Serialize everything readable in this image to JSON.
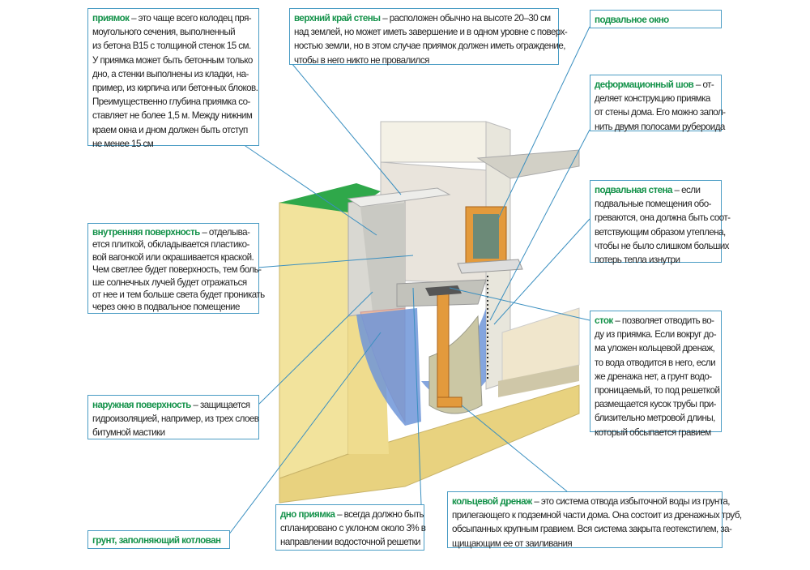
{
  "callouts": {
    "priyamok": {
      "term": "приямок",
      "lines": [
        "– это чаще всего колодец пря-",
        "моугольного сечения, выполненный",
        "из бетона В15 с толщиной стенок 15 см.",
        "У приямка может быть бетонным только",
        "дно, а стенки выполнены из кладки, на-",
        "пример, из кирпича или бетонных блоков.",
        "Преимущественно глубина приямка со-",
        "ставляет не более 1,5 м. Между нижним",
        "краем окна и дном должен быть отступ",
        "не менее 15 см"
      ]
    },
    "top_edge": {
      "term": "верхний край стены",
      "lines": [
        "– расположен обычно на высоте 20–30 см",
        "над землей, но может иметь завершение и в одном уровне с поверх-",
        "ностью земли, но в этом случае приямок должен иметь ограждение,",
        "чтобы в него никто не провалился"
      ]
    },
    "window": {
      "term": "подвальное окно",
      "lines": []
    },
    "joint": {
      "term": "деформационный шов",
      "lines": [
        "– от-",
        "деляет конструкцию приямка",
        "от стены дома. Его можно запол-",
        "нить двумя полосами рубероида"
      ]
    },
    "basement_wall": {
      "term": "подвальная стена",
      "lines": [
        "– если",
        "подвальные помещения обо-",
        "греваются, она должна быть соот-",
        "ветствующим образом утеплена,",
        "чтобы не было слишком больших",
        "потерь тепла изнутри"
      ]
    },
    "drain": {
      "term": "сток",
      "lines": [
        "– позволяет отводить во-",
        "ду из приямка. Если вокруг до-",
        "ма уложен кольцевой дренаж,",
        "то вода отводится в него, если",
        "же дренажа нет, а грунт водо-",
        "проницаемый, то под решеткой",
        "размещается кусок трубы при-",
        "близительно метровой длины,",
        "который обсыпается гравием"
      ]
    },
    "inner_surface": {
      "term": "внутренняя поверхность",
      "lines": [
        "– отделыва-",
        "ется плиткой, обкладывается пластико-",
        "вой вагонкой или окрашивается краской.",
        "Чем светлее будет поверхность, тем боль-",
        "ше солнечных лучей будет отражаться",
        "от нее и тем больше света будет проникать",
        "через окно в подвальное помещение"
      ]
    },
    "outer_surface": {
      "term": "наружная поверхность",
      "lines": [
        "– защищается",
        "гидроизоляцией, например, из трех слоев",
        "битумной мастики"
      ]
    },
    "bottom": {
      "term": "дно приямка",
      "lines": [
        "– всегда должно быть",
        "спланировано с уклоном около 3% в",
        "направлении водосточной решетки"
      ]
    },
    "ring_drain": {
      "term": "кольцевой дренаж",
      "lines": [
        "– это система отвода избыточной воды из грунта,",
        "прилегающего к подземной части дома. Она состоит из дренажных труб,",
        "обсыпанных крупным гравием. Вся система закрыта геотекстилем, за-",
        "щищающим ее от заиливания"
      ]
    },
    "soil": {
      "term": "грунт, заполняющий котлован",
      "lines": []
    }
  },
  "colors": {
    "term": "#14924a",
    "border": "#4a9cc4",
    "soil": "#f2e39c",
    "grass": "#2fa84a",
    "concrete": "#dcdcd4",
    "water": "#6f95d8",
    "pipe": "#e39a3c"
  }
}
